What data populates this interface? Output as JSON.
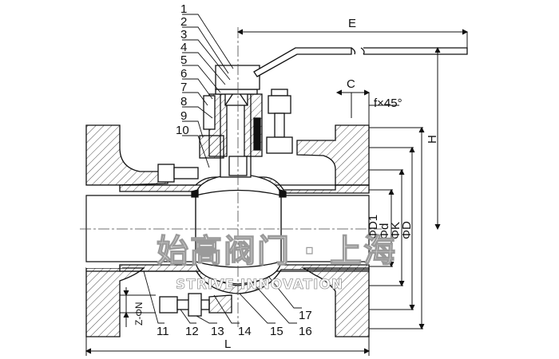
{
  "drawing": {
    "part_labels": [
      "1",
      "2",
      "3",
      "4",
      "5",
      "6",
      "7",
      "8",
      "9",
      "10",
      "11",
      "12",
      "13",
      "14",
      "15",
      "16",
      "17"
    ],
    "dimensions": {
      "E": "E",
      "C": "C",
      "chamfer": "f×45°",
      "H": "H",
      "D1": "ΦD1",
      "d": "Φd",
      "K": "ΦK",
      "D": "ΦD",
      "holes": "Z-ΦN",
      "L": "L"
    },
    "watermark": {
      "chinese": "始高阀门 · 上海",
      "english": "STRIVE INNOVATION"
    }
  }
}
